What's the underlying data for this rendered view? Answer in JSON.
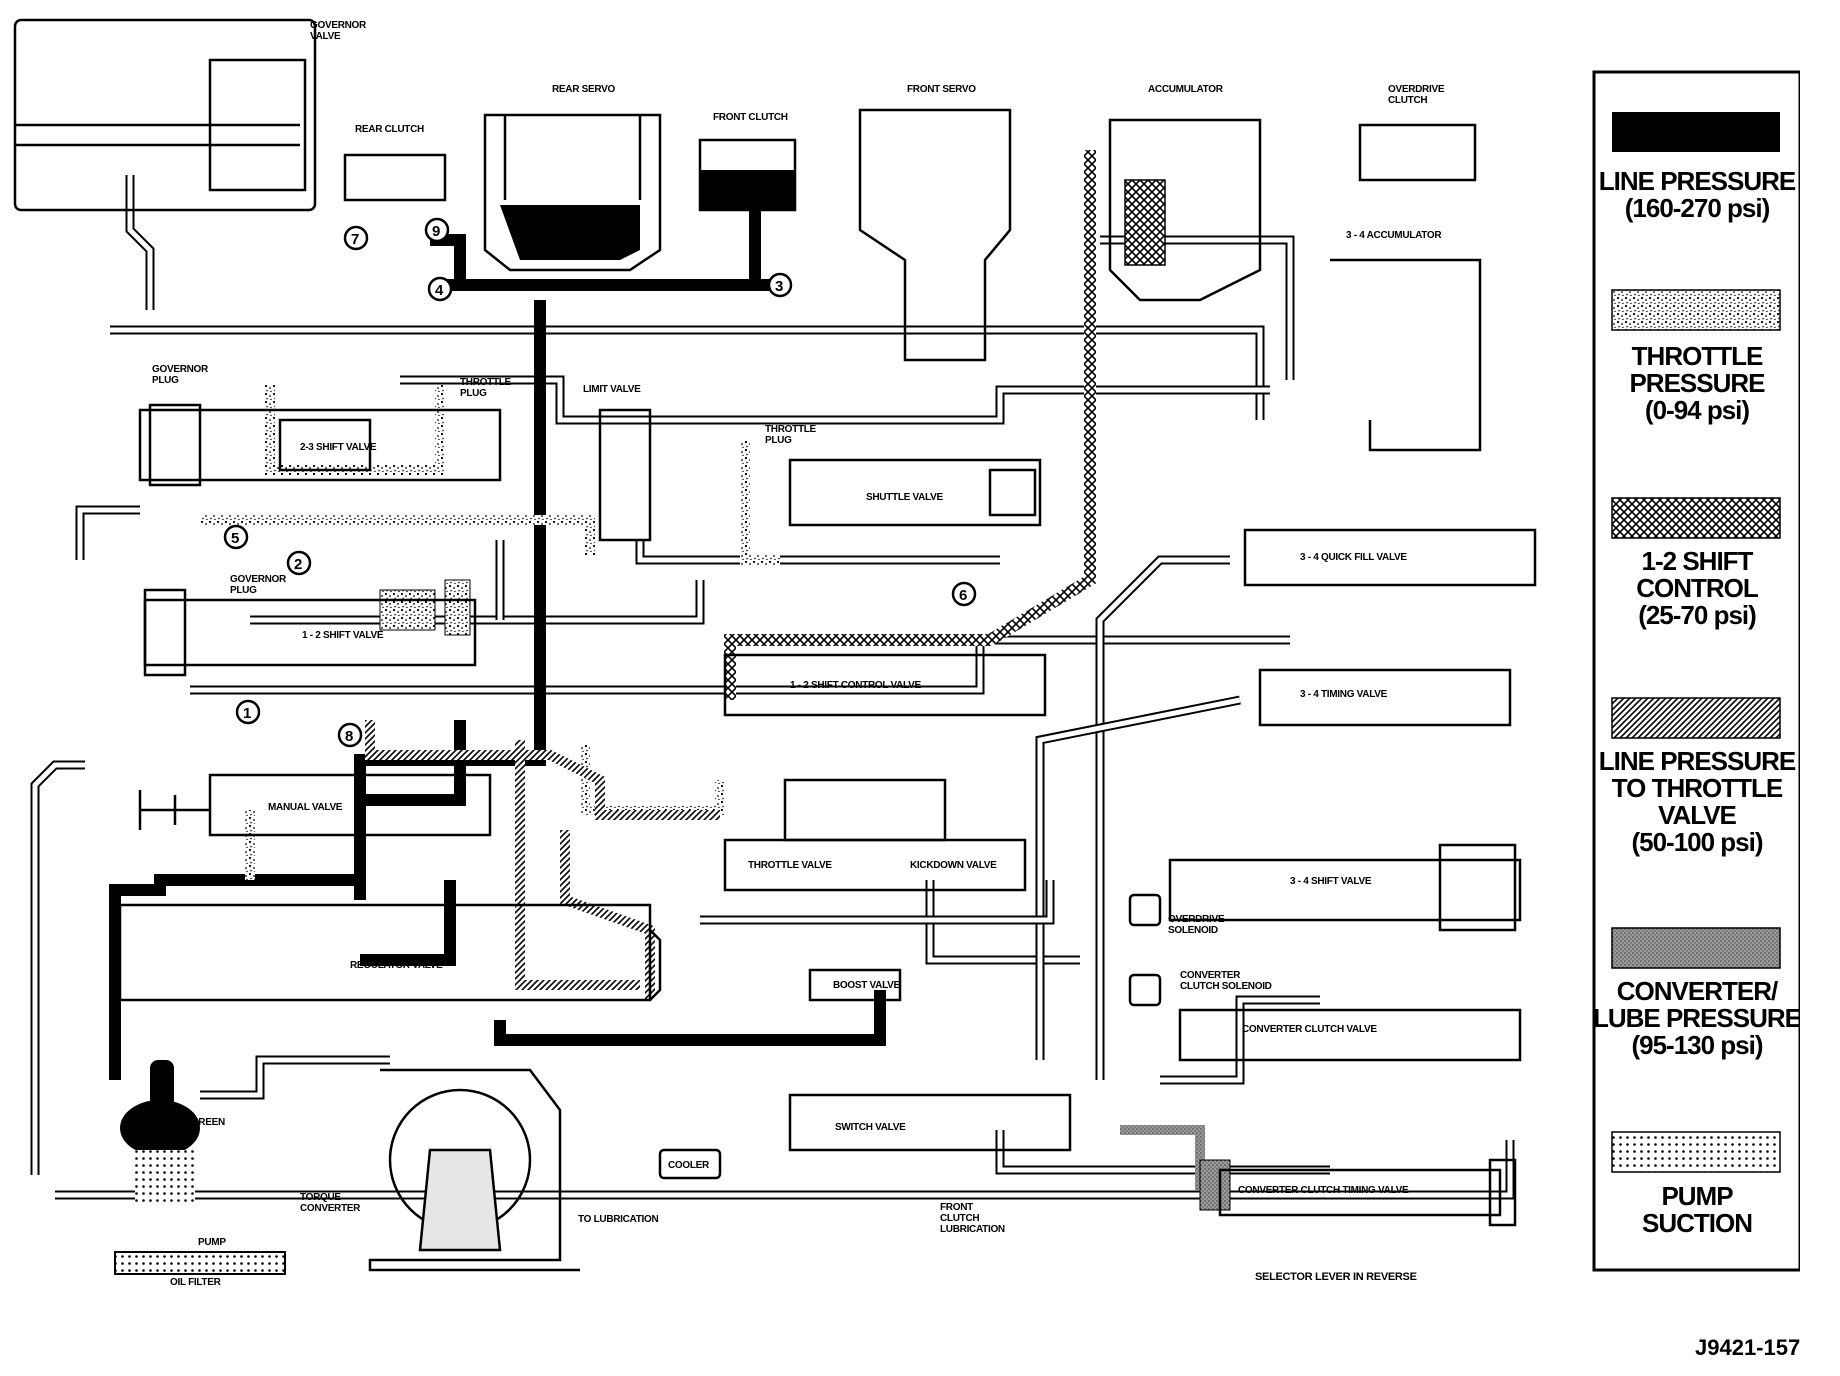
{
  "diagram": {
    "caption": "SELECTOR LEVER IN REVERSE",
    "figure_id": "J9421-157",
    "components": {
      "governor_valve": "GOVERNOR\nVALVE",
      "rear_clutch": "REAR CLUTCH",
      "rear_servo": "REAR SERVO",
      "front_clutch": "FRONT CLUTCH",
      "front_servo": "FRONT SERVO",
      "accumulator": "ACCUMULATOR",
      "overdrive_clutch": "OVERDRIVE\nCLUTCH",
      "accumulator_34": "3 - 4 ACCUMULATOR",
      "governor_plug_upper": "GOVERNOR\nPLUG",
      "throttle_plug_upper": "THROTTLE\nPLUG",
      "limit_valve": "LIMIT VALVE",
      "shift_valve_23": "2-3 SHIFT VALVE",
      "throttle_plug_mid": "THROTTLE\nPLUG",
      "shuttle_valve": "SHUTTLE VALVE",
      "quick_fill_valve": "3 - 4 QUICK FILL VALVE",
      "governor_plug_lower": "GOVERNOR\nPLUG",
      "shift_valve_12": "1 - 2 SHIFT VALVE",
      "shift_control_valve_12": "1 - 2 SHIFT CONTROL VALVE",
      "timing_valve_34": "3 - 4 TIMING VALVE",
      "manual_valve": "MANUAL VALVE",
      "throttle_valve": "THROTTLE VALVE",
      "kickdown_valve": "KICKDOWN VALVE",
      "shift_valve_34": "3 - 4 SHIFT VALVE",
      "overdrive_solenoid": "OVERDRIVE\nSOLENOID",
      "regulator_valve": "REGULATOR VALVE",
      "boost_valve": "BOOST VALVE",
      "converter_clutch_solenoid": "CONVERTER\nCLUTCH SOLENOID",
      "converter_clutch_valve": "CONVERTER CLUTCH VALVE",
      "screen": "SCREEN",
      "switch_valve": "SWITCH VALVE",
      "cooler": "COOLER",
      "torque_converter": "TORQUE\nCONVERTER",
      "to_lubrication": "TO LUBRICATION",
      "converter_clutch_timing_valve": "CONVERTER CLUTCH TIMING VALVE",
      "front_clutch_lubrication": "FRONT\nCLUTCH\nLUBRICATION",
      "pump": "PUMP",
      "oil_filter": "OIL FILTER"
    },
    "check_balls": [
      "1",
      "2",
      "3",
      "4",
      "5",
      "6",
      "7",
      "8",
      "9"
    ]
  },
  "legend": {
    "items": [
      {
        "label": "LINE PRESSURE\n(160-270 psi)",
        "pattern": "solid-black"
      },
      {
        "label": "THROTTLE\nPRESSURE\n(0-94 psi)",
        "pattern": "speckle"
      },
      {
        "label": "1-2 SHIFT\nCONTROL\n(25-70 psi)",
        "pattern": "crosshatch"
      },
      {
        "label": "LINE PRESSURE\nTO THROTTLE\nVALVE\n(50-100 psi)",
        "pattern": "diagonal-hatch"
      },
      {
        "label": "CONVERTER/\nLUBE PRESSURE\n(95-130 psi)",
        "pattern": "gray-stipple"
      },
      {
        "label": "PUMP\nSUCTION",
        "pattern": "dots"
      }
    ]
  }
}
